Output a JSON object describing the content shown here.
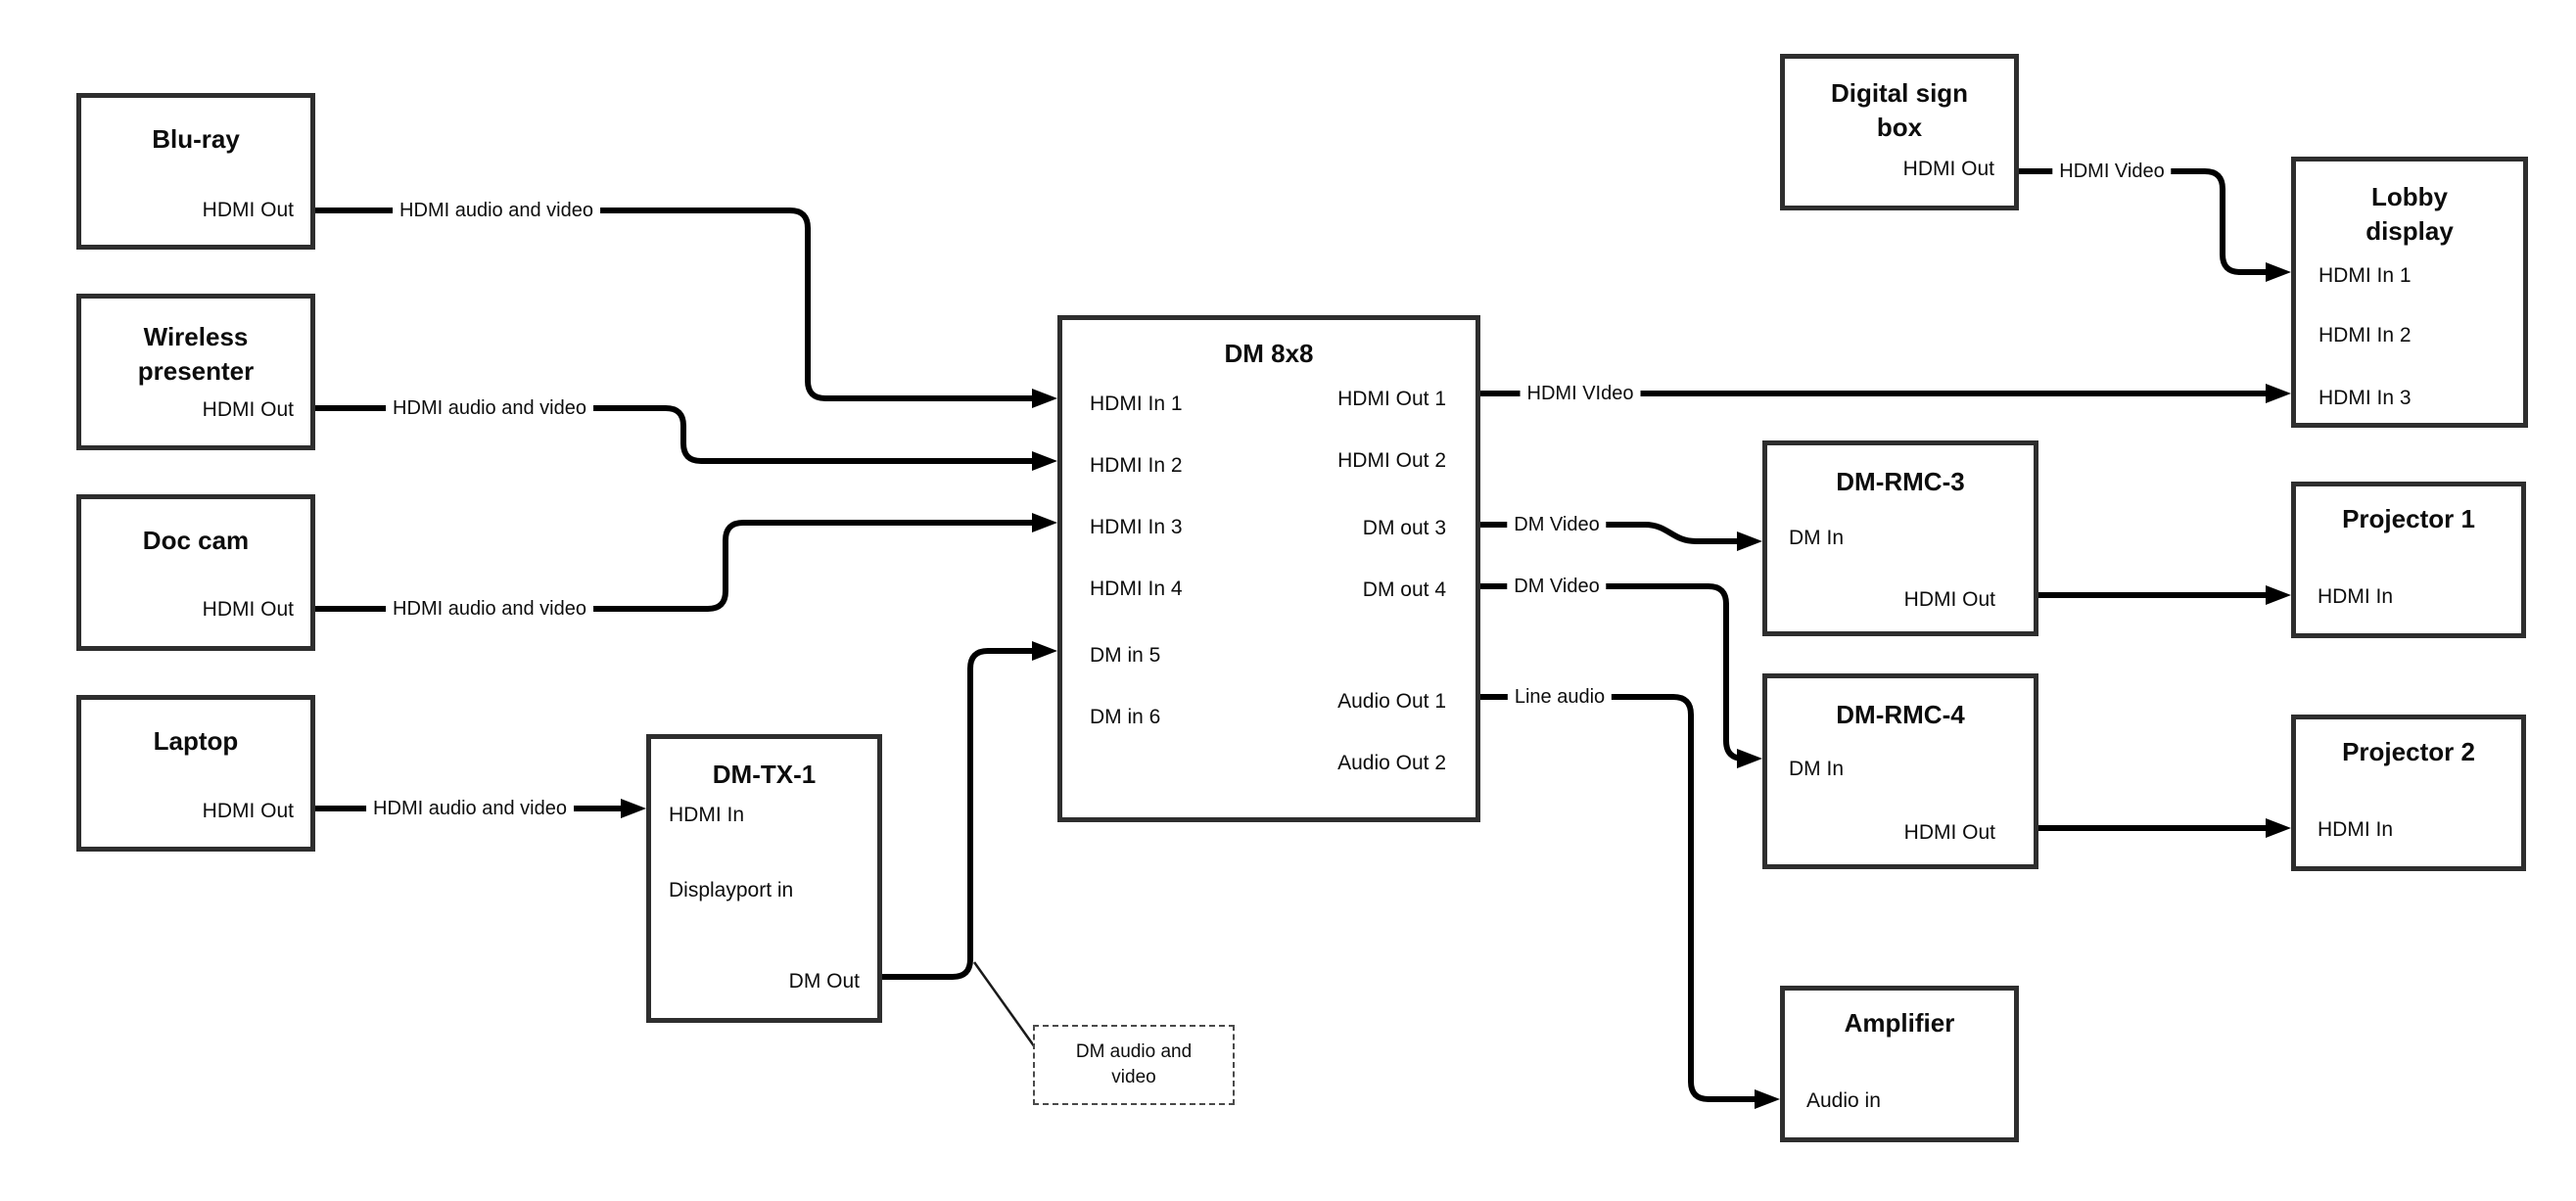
{
  "diagram": {
    "colors": {
      "background": "#ffffff",
      "wire": "#000000",
      "box_border": "#2e2e2e",
      "text": "#0d0d0d"
    },
    "nodes": {
      "bluray": {
        "title_lines": [
          "Blu-ray"
        ],
        "ports": {
          "out": "HDMI Out"
        }
      },
      "wireless": {
        "title_lines": [
          "Wireless",
          "presenter"
        ],
        "ports": {
          "out": "HDMI Out"
        }
      },
      "doccam": {
        "title_lines": [
          "Doc cam"
        ],
        "ports": {
          "out": "HDMI Out"
        }
      },
      "laptop": {
        "title_lines": [
          "Laptop"
        ],
        "ports": {
          "out": "HDMI Out"
        }
      },
      "dmtx": {
        "title_lines": [
          "DM-TX-1"
        ],
        "ports": {
          "hdmi_in": "HDMI In",
          "dp_in": "Displayport in",
          "dm_out": "DM Out"
        }
      },
      "dm8x8": {
        "title_lines": [
          "DM 8x8"
        ],
        "left_ports": [
          "HDMI In 1",
          "HDMI In 2",
          "HDMI In 3",
          "HDMI In 4",
          "DM in 5",
          "DM in 6"
        ],
        "right_ports": [
          "HDMI Out 1",
          "HDMI Out 2",
          "DM out 3",
          "DM out 4",
          "Audio Out 1",
          "Audio Out 2"
        ]
      },
      "digsign": {
        "title_lines": [
          "Digital sign",
          "box"
        ],
        "ports": {
          "out": "HDMI Out"
        }
      },
      "lobby": {
        "title_lines": [
          "Lobby",
          "display"
        ],
        "ports": [
          "HDMI In 1",
          "HDMI In 2",
          "HDMI In 3"
        ]
      },
      "rmc3": {
        "title_lines": [
          "DM-RMC-3"
        ],
        "ports": {
          "dm_in": "DM In",
          "hdmi_out": "HDMI Out"
        }
      },
      "proj1": {
        "title_lines": [
          "Projector 1"
        ],
        "ports": {
          "in": "HDMI In"
        }
      },
      "rmc4": {
        "title_lines": [
          "DM-RMC-4"
        ],
        "ports": {
          "dm_in": "DM In",
          "hdmi_out": "HDMI Out"
        }
      },
      "proj2": {
        "title_lines": [
          "Projector 2"
        ],
        "ports": {
          "in": "HDMI In"
        }
      },
      "amp": {
        "title_lines": [
          "Amplifier"
        ],
        "ports": {
          "audio_in": "Audio in"
        }
      }
    },
    "edge_labels": {
      "bluray": "HDMI audio and video",
      "wireless": "HDMI audio and video",
      "doccam": "HDMI audio and video",
      "laptop": "HDMI audio and video",
      "hdmi_out1": "HDMI VIdeo",
      "dm_out3": "DM Video",
      "dm_out4": "DM Video",
      "audio_out1": "Line audio",
      "digsign": "HDMI Video"
    },
    "callout": {
      "line1": "DM audio and",
      "line2": "video"
    }
  }
}
